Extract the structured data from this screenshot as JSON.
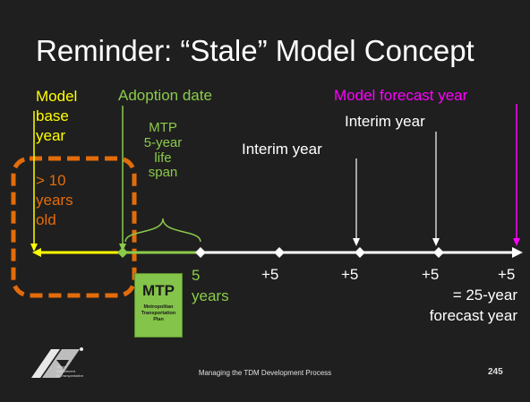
{
  "slide": {
    "title": "Reminder: “Stale” Model Concept",
    "labels": {
      "model_base_year": [
        "Model",
        "base",
        "year"
      ],
      "adoption_date": "Adoption date",
      "model_forecast_year": "Model forecast year",
      "interim_year_1": "Interim year",
      "interim_year_2": "Interim year",
      "mtp_lifespan": [
        "MTP",
        "5-year",
        "life",
        "span"
      ],
      "stale_note": [
        "> 10",
        "years",
        "old"
      ]
    },
    "timeline": {
      "tick_5": "5",
      "tick_5_unit": "years",
      "plus_labels": [
        "+5",
        "+5",
        "+5",
        "+5"
      ],
      "forecast_note": [
        "= 25-year",
        "forecast year"
      ]
    },
    "mtp_box": {
      "abbr": "MTP",
      "full_name": [
        "Metropolitan",
        "Transportation",
        "Plan"
      ]
    },
    "footer": "Managing the TDM Development Process",
    "page_number": "245",
    "logo_text": [
      "Texas",
      "Department",
      "of Transportation"
    ],
    "colors": {
      "background": "#1f1f1f",
      "model_base": "#ffff00",
      "adoption": "#8ccb4a",
      "forecast": "#ff00ff",
      "stale": "#e36c0a",
      "text": "#ffffff"
    }
  }
}
